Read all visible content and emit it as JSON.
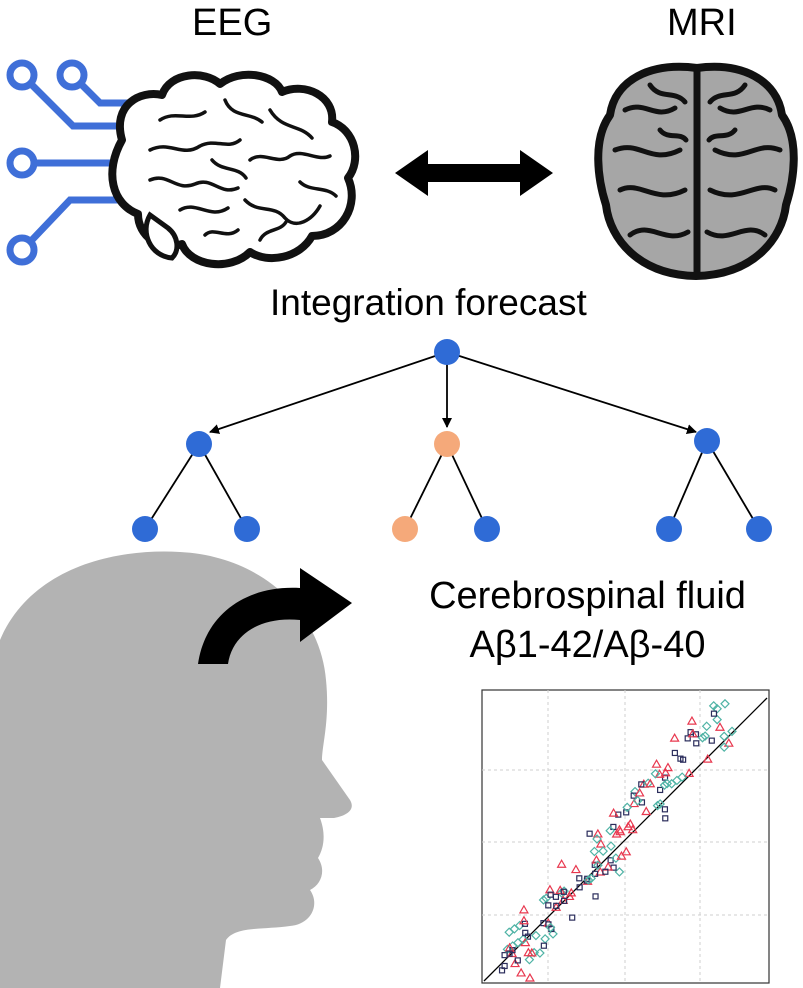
{
  "labels": {
    "eeg": "EEG",
    "mri": "MRI",
    "forecast": "Integration forecast",
    "csf_line1": "Cerebrospinal fluid",
    "csf_line2": "Aβ1-42/Aβ-40"
  },
  "colors": {
    "node_blue": "#2f6bd6",
    "node_orange": "#f5a97a",
    "circuit_blue": "#3f6fd8",
    "mri_gray": "#a6a6a6",
    "head_gray": "#b3b3b3",
    "scatter_navy": "#2b2d5c",
    "scatter_red": "#e8384f",
    "scatter_teal": "#4fb3a5"
  },
  "icons": [
    "circuit-icon",
    "brain-outline-icon",
    "brain-mri-icon",
    "double-arrow-icon",
    "head-silhouette-icon",
    "curved-arrow-icon"
  ],
  "tree": {
    "root": "blue",
    "children": [
      {
        "color": "blue",
        "leaves": [
          "blue",
          "blue"
        ]
      },
      {
        "color": "orange",
        "leaves": [
          "orange",
          "blue"
        ]
      },
      {
        "color": "blue",
        "leaves": [
          "blue",
          "blue"
        ]
      }
    ]
  }
}
